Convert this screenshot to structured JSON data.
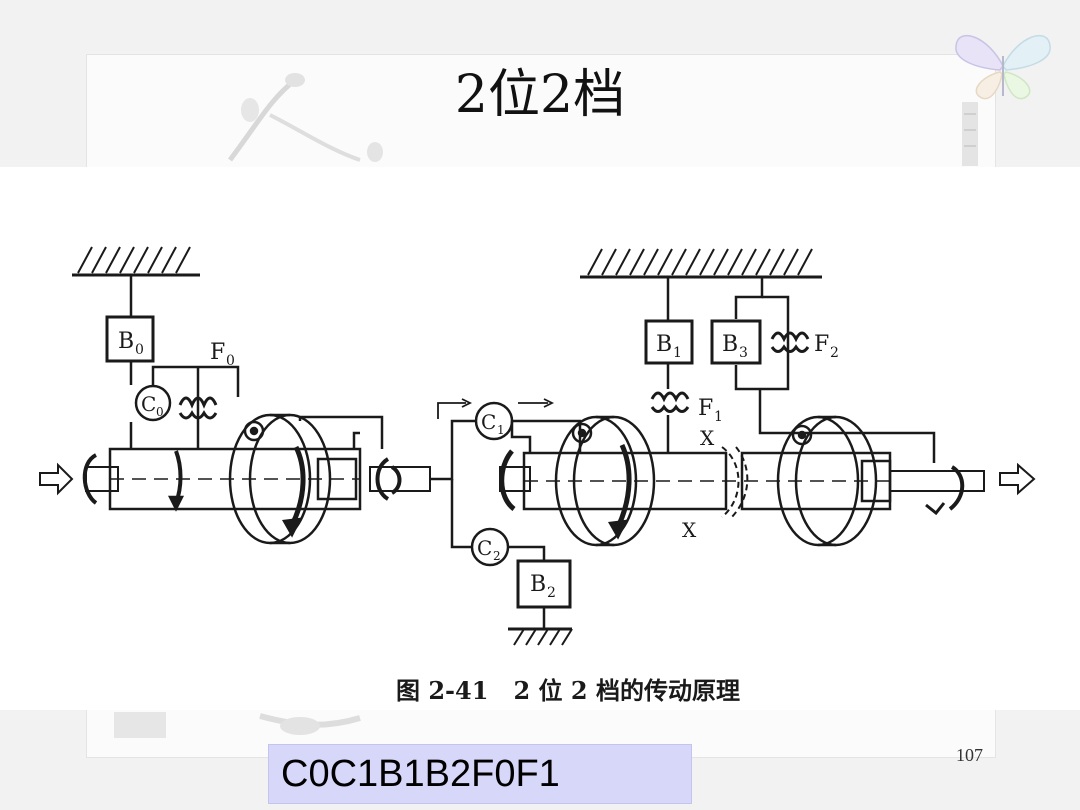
{
  "slide": {
    "title": "2位2档",
    "page_number": "107",
    "caption_box": "C0C1B1B2F0F1"
  },
  "figure": {
    "caption": "图 2-41   2 位 2 档的传动原理",
    "labels": {
      "B0": "B",
      "B0_sub": "0",
      "C0": "C",
      "C0_sub": "0",
      "F0": "F",
      "F0_sub": "0",
      "C1": "C",
      "C1_sub": "1",
      "C2": "C",
      "C2_sub": "2",
      "B1": "B",
      "B1_sub": "1",
      "B2": "B",
      "B2_sub": "2",
      "B3": "B",
      "B3_sub": "3",
      "F1": "F",
      "F1_sub": "1",
      "F2": "F",
      "F2_sub": "2",
      "X_top": "X",
      "X_bottom": "X"
    }
  },
  "colors": {
    "line": "#1a1a1a",
    "caption_box_bg": "#d7d7f9"
  }
}
